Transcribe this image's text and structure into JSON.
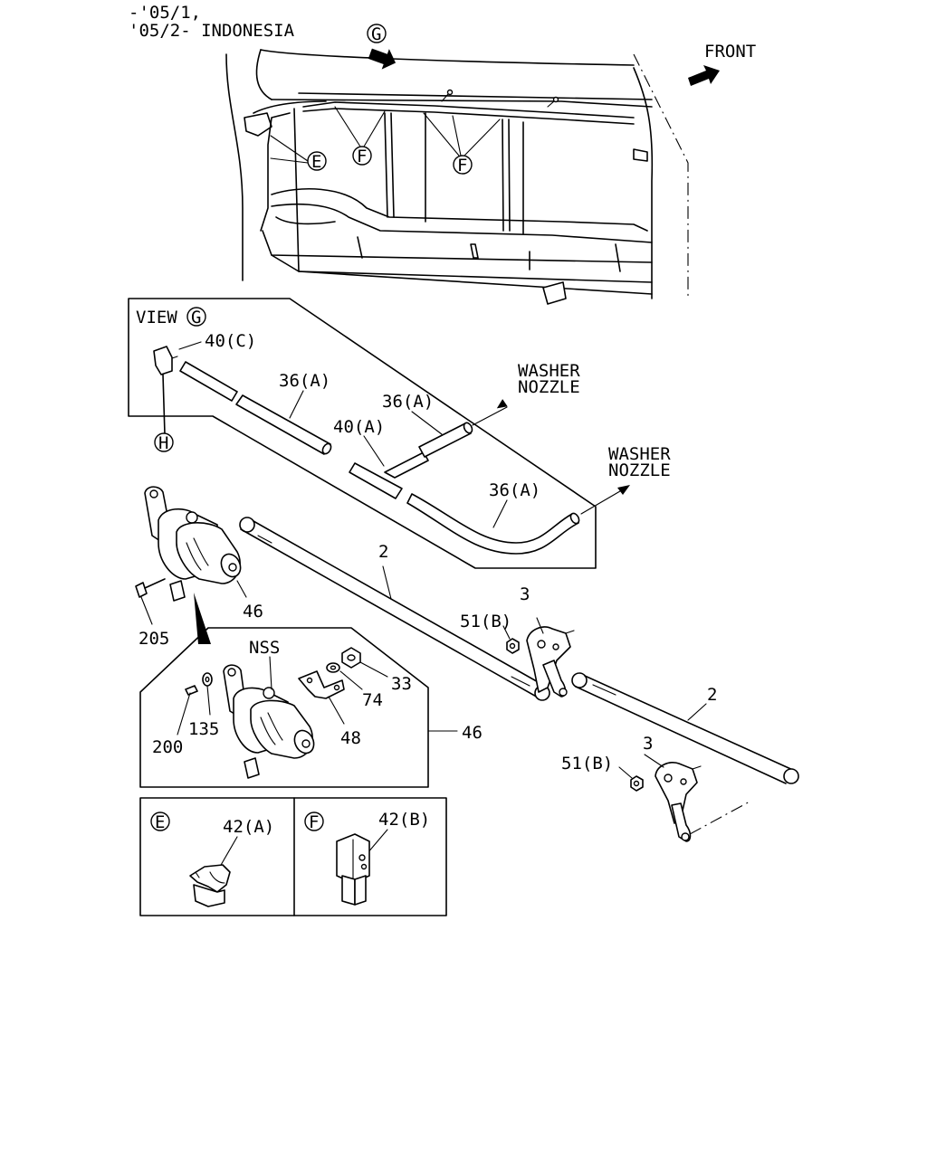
{
  "header": {
    "line1": "-'05/1,",
    "line2": "'05/2- INDONESIA"
  },
  "direction": {
    "front": "FRONT"
  },
  "view": {
    "label": "VIEW",
    "ref": "G"
  },
  "refs": {
    "g": "G",
    "e": "E",
    "f": "F",
    "h": "H"
  },
  "washer": {
    "line1": "WASHER",
    "line2": "NOZZLE"
  },
  "callouts": {
    "c40c": "40(C)",
    "c36a": "36(A)",
    "c40a": "40(A)",
    "c2": "2",
    "c3": "3",
    "c51b": "51(B)",
    "c46": "46",
    "c205": "205",
    "nss": "NSS",
    "c33": "33",
    "c74": "74",
    "c48": "48",
    "c135": "135",
    "c200": "200",
    "c42a": "42(A)",
    "c42b": "42(B)"
  }
}
